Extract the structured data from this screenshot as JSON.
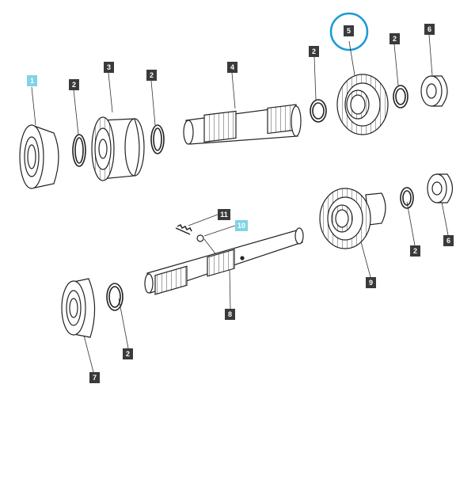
{
  "diagram": {
    "highlight_color": "#7fd4e6",
    "circle_color": "#1a9ad6",
    "callouts": [
      {
        "id": "c1",
        "text": "1",
        "highlighted": true
      },
      {
        "id": "c2a",
        "text": "2",
        "highlighted": false
      },
      {
        "id": "c3",
        "text": "3",
        "highlighted": false
      },
      {
        "id": "c2b",
        "text": "2",
        "highlighted": false
      },
      {
        "id": "c4",
        "text": "4",
        "highlighted": false
      },
      {
        "id": "c2c",
        "text": "2",
        "highlighted": false
      },
      {
        "id": "c5",
        "text": "5",
        "highlighted": false
      },
      {
        "id": "c2d",
        "text": "2",
        "highlighted": false
      },
      {
        "id": "c6a",
        "text": "6",
        "highlighted": false
      },
      {
        "id": "c11",
        "text": "11",
        "highlighted": false
      },
      {
        "id": "c10",
        "text": "10",
        "highlighted": true
      },
      {
        "id": "c8",
        "text": "8",
        "highlighted": false
      },
      {
        "id": "c2e",
        "text": "2",
        "highlighted": false
      },
      {
        "id": "c7",
        "text": "7",
        "highlighted": false
      },
      {
        "id": "c9",
        "text": "9",
        "highlighted": false
      },
      {
        "id": "c2f",
        "text": "2",
        "highlighted": false
      },
      {
        "id": "c6b",
        "text": "6",
        "highlighted": false
      }
    ]
  }
}
